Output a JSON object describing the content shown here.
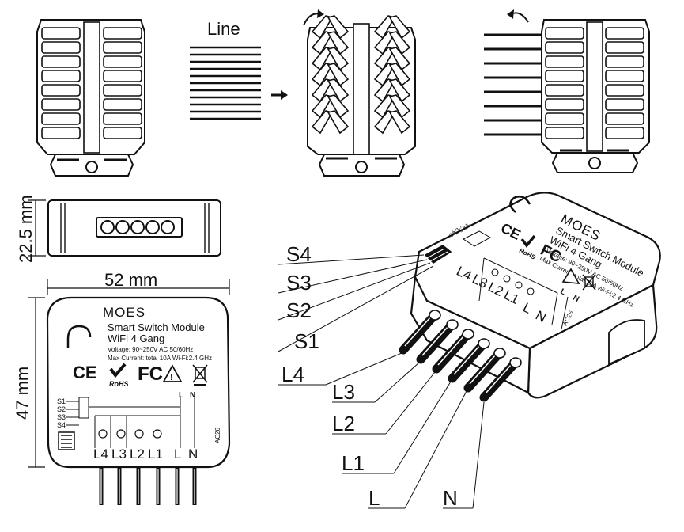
{
  "line_label": "Line",
  "dimensions": {
    "height": "22.5 mm",
    "width": "52 mm",
    "depth": "47 mm"
  },
  "module": {
    "brand": "MOES",
    "title": "Smart Switch Module",
    "subtitle": "WiFi 4 Gang",
    "voltage": "Voltage: 90~250V AC 50/60Hz",
    "current": "Max Current: total 10A Wi-Fi:2.4 GHz",
    "rohs": "RoHS",
    "model": "AC26",
    "switch_labels": [
      "S1",
      "S2",
      "S3",
      "S4"
    ],
    "terminals": [
      "L4",
      "L3",
      "L2",
      "L1",
      "L",
      "N"
    ],
    "top_terminals": [
      "L",
      "N"
    ]
  },
  "callouts": [
    "S4",
    "S3",
    "S2",
    "S1",
    "L4",
    "L3",
    "L2",
    "L1",
    "L",
    "N"
  ],
  "colors": {
    "ink": "#111111",
    "paper": "#ffffff"
  }
}
